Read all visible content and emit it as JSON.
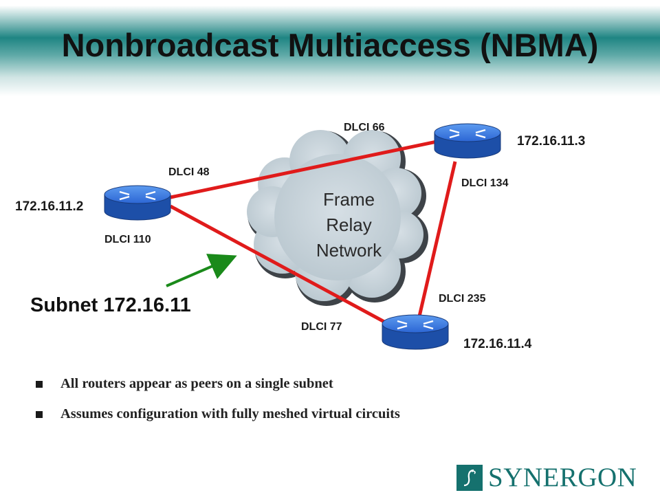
{
  "title": "Nonbroadcast Multiaccess (NBMA)",
  "cloud": {
    "lines": [
      "Frame",
      "Relay",
      "Network"
    ]
  },
  "routers": [
    {
      "id": "left",
      "ip": "172.16.11.2"
    },
    {
      "id": "top",
      "ip": "172.16.11.3"
    },
    {
      "id": "bottom",
      "ip": "172.16.11.4"
    }
  ],
  "dlci": {
    "d48": "DLCI 48",
    "d66": "DLCI 66",
    "d134": "DLCI 134",
    "d110": "DLCI 110",
    "d235": "DLCI 235",
    "d77": "DLCI 77"
  },
  "subnet": "Subnet 172.16.11",
  "bullets": [
    "All routers appear as peers on a single subnet",
    "Assumes configuration with fully meshed virtual circuits"
  ],
  "logo": {
    "text": "SYNERGON"
  },
  "colors": {
    "link": "#e01b1b",
    "arrow": "#1a8a1a",
    "router": "#2f6fd6",
    "brand": "#15716e"
  },
  "icons": [
    "router-icon",
    "cloud-icon",
    "arrow-icon",
    "bullet-square-icon",
    "synergon-logo-icon"
  ]
}
